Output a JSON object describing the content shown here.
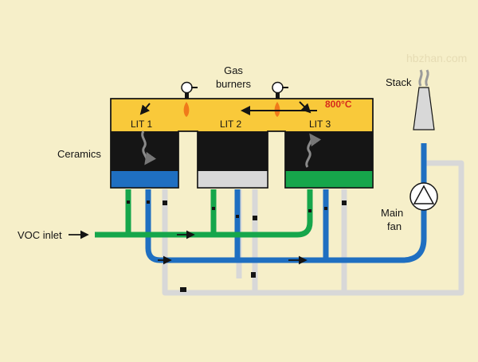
{
  "labels": {
    "gas_line1": "Gas",
    "gas_line2": "burners",
    "ceramics": "Ceramics",
    "voc_inlet": "VOC inlet",
    "stack": "Stack",
    "main_fan_line1": "Main",
    "main_fan_line2": "fan",
    "temperature": "800°C",
    "watermark": "hbzhan.com"
  },
  "chambers": [
    {
      "label": "LIT 1",
      "bed_state": "outlet"
    },
    {
      "label": "LIT 2",
      "bed_state": "purge"
    },
    {
      "label": "LIT 3",
      "bed_state": "inlet"
    }
  ],
  "colors": {
    "background": "#f6efc9",
    "combustion": "#f9c93a",
    "ceramics": "#151515",
    "inlet_green": "#16a64b",
    "outlet_blue": "#1f6fc1",
    "purge_gray": "#d8d8d8",
    "flame": "#f07a1a"
  }
}
